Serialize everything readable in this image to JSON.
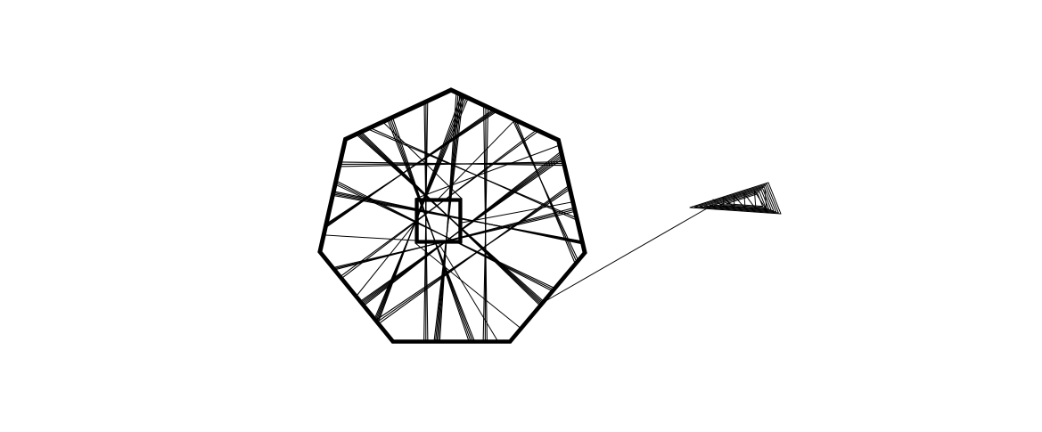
{
  "diagram": {
    "background_color": "#ffffff",
    "stroke_color": "#000000",
    "shapes": [
      "heptagon",
      "square",
      "triangle"
    ],
    "text": []
  }
}
